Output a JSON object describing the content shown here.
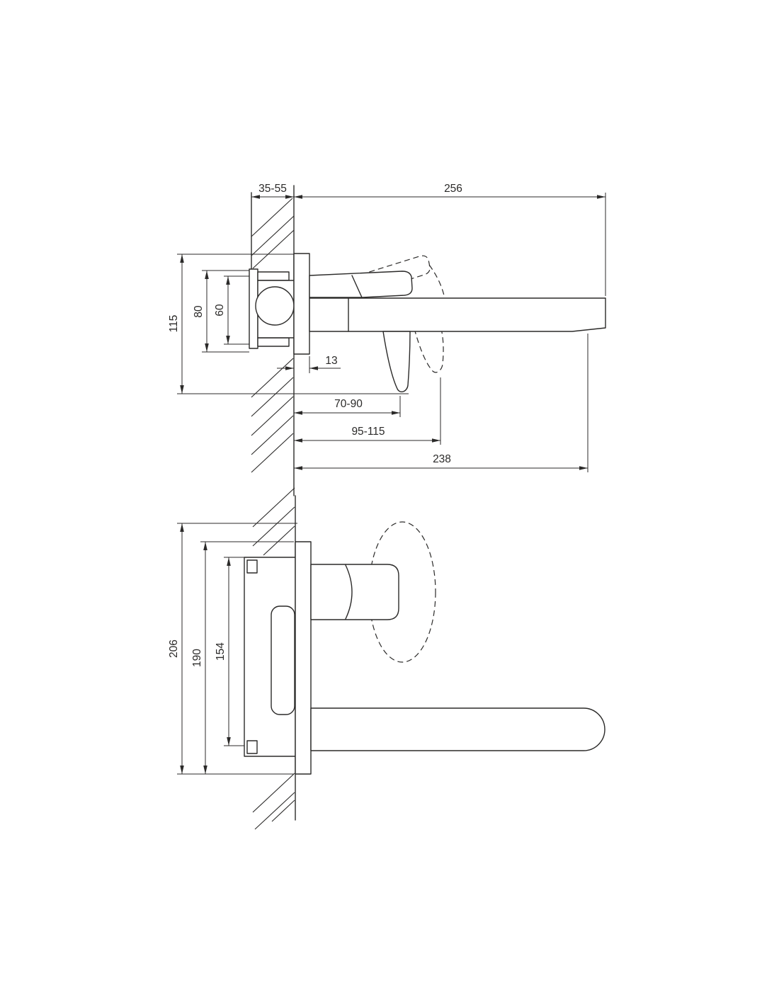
{
  "page": {
    "background_color": "#ffffff",
    "line_color": "#2b2a29"
  },
  "side_view": {
    "dim_wall_thickness": "35-55",
    "dim_spout_length": "256",
    "dim_overall_height": "115",
    "dim_plate_height": "80",
    "dim_body_height": "60",
    "dim_plate_depth": "13",
    "dim_lever_reach_min": "70-90",
    "dim_lever_reach_max": "95-115",
    "dim_outlet_distance": "238"
  },
  "plan_view": {
    "dim_overall_length": "206",
    "dim_plate_length": "190",
    "dim_body_length": "154"
  }
}
